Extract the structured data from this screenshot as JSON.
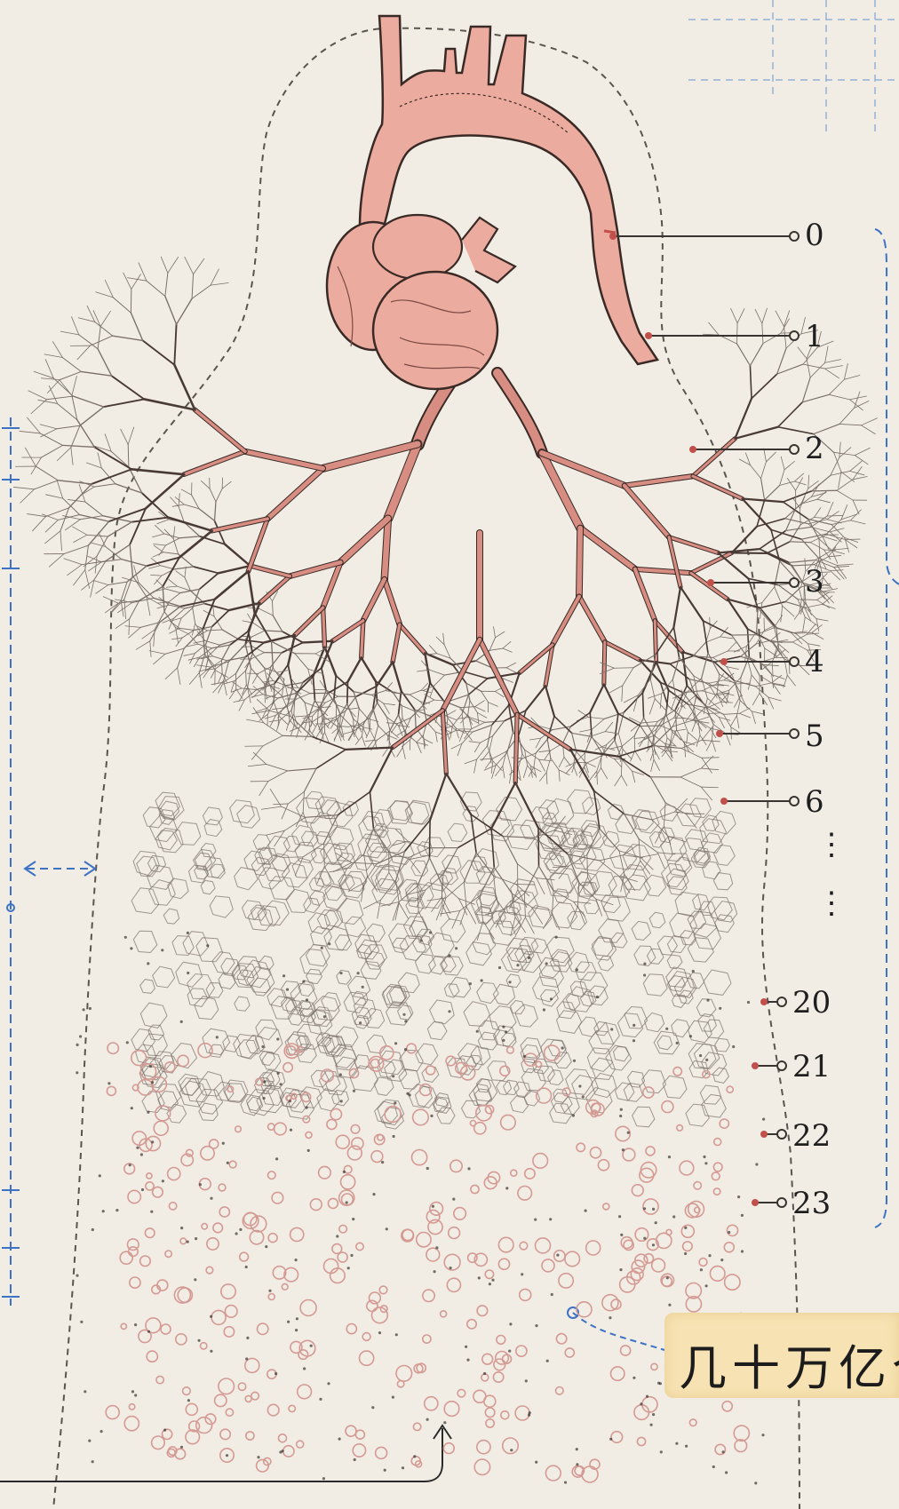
{
  "labels": {
    "l0": "0",
    "l1": "1",
    "l2": "2",
    "l3": "3",
    "l4": "4",
    "l5": "5",
    "l6": "6",
    "ellipsis": "⋮",
    "l20": "20",
    "l21": "21",
    "l22": "22",
    "l23": "23"
  },
  "callout": {
    "text": "几十万亿个"
  },
  "colors": {
    "vessel_fill": "#ecab9f",
    "vessel_stroke": "#3a2a26",
    "branch": "#d88d82",
    "branch_ink": "#4a3a36",
    "capillary": "#7a6f69",
    "cell": "#d49a93",
    "blue_guide": "#3d72c4",
    "paper": "#f1ede4",
    "callout_bg": "#f6e2b2"
  }
}
